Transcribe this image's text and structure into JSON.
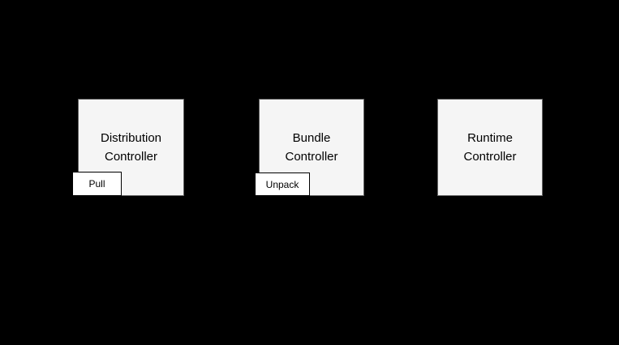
{
  "colors": {
    "background": "#000000",
    "controller_fill": "#f5f5f5",
    "controller_border": "#666666",
    "action_fill": "#ffffff",
    "action_border": "#000000",
    "text": "#000000"
  },
  "diagram": {
    "controllers": [
      {
        "name": "Distribution Controller",
        "line1": "Distribution",
        "line2": "Controller",
        "action": "Pull"
      },
      {
        "name": "Bundle Controller",
        "line1": "Bundle",
        "line2": "Controller",
        "action": "Unpack"
      },
      {
        "name": "Runtime Controller",
        "line1": "Runtime",
        "line2": "Controller"
      }
    ]
  }
}
